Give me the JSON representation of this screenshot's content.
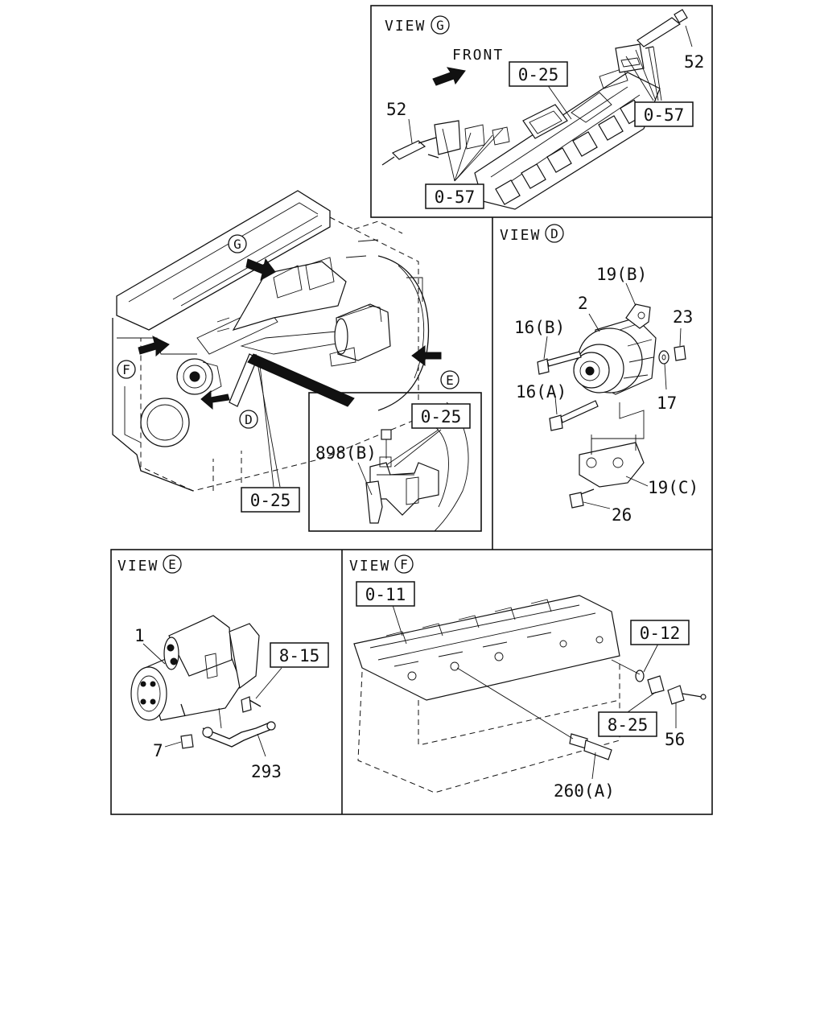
{
  "views": {
    "g": {
      "title": "VIEW",
      "letter": "G",
      "front": "FRONT"
    },
    "d": {
      "title": "VIEW",
      "letter": "D"
    },
    "e": {
      "title": "VIEW",
      "letter": "E"
    },
    "f": {
      "title": "VIEW",
      "letter": "F"
    }
  },
  "main": {
    "callout_g": "G",
    "callout_f": "F",
    "callout_d": "D",
    "callout_e": "E",
    "ref_0_25": "0-25"
  },
  "inset_e_small": {
    "ref": "0-25",
    "part_898b": "898(B)"
  },
  "view_g_labels": {
    "ref_0_25": "0-25",
    "ref_0_57_right": "0-57",
    "ref_0_57_bottom": "0-57",
    "part_52_right": "52",
    "part_52_left": "52"
  },
  "view_d_labels": {
    "p19b": "19(B)",
    "p2": "2",
    "p23": "23",
    "p16b": "16(B)",
    "p16a": "16(A)",
    "p17": "17",
    "p19c": "19(C)",
    "p26": "26"
  },
  "view_e_labels": {
    "p1": "1",
    "ref_8_15": "8-15",
    "p7": "7",
    "p293": "293"
  },
  "view_f_labels": {
    "ref_0_11": "0-11",
    "ref_0_12": "0-12",
    "ref_8_25": "8-25",
    "p56": "56",
    "p260a": "260(A)"
  }
}
